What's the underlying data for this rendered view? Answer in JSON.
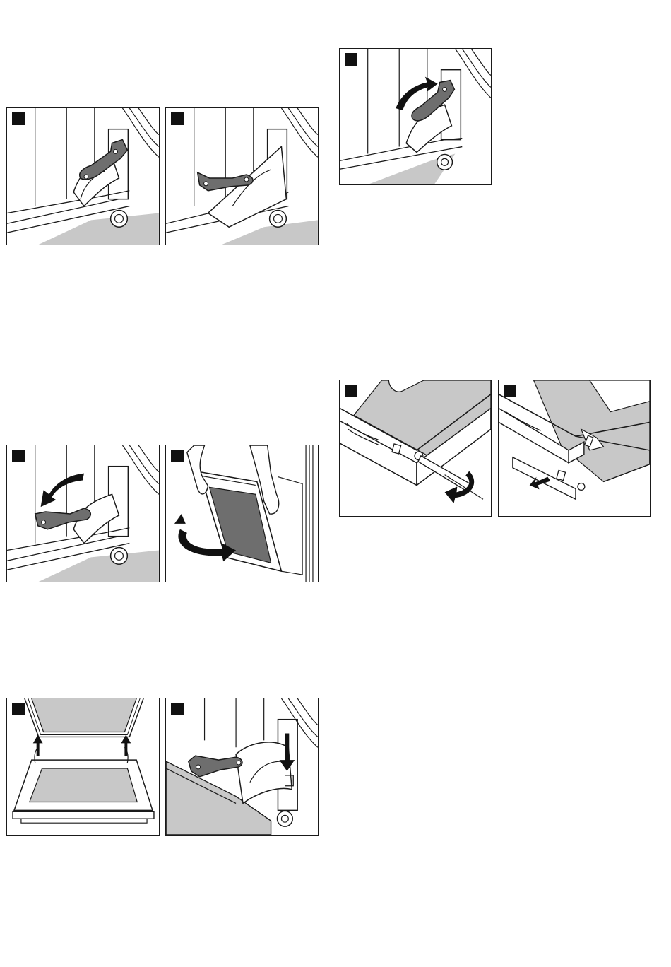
{
  "page": {
    "colors": {
      "line": "#1a1a1a",
      "lever_fill": "#6e6e6e",
      "floor_fill": "#c8c8c8",
      "glass_fill": "#bdbdbd",
      "marker": "#111111"
    }
  },
  "illustrations": [
    {
      "id": "p1",
      "depicts": "hinge-lever-closed"
    },
    {
      "id": "p2",
      "depicts": "hinge-lever-folded-out"
    },
    {
      "id": "p3",
      "depicts": "hinge-lever-folded-up-arrow"
    },
    {
      "id": "p4",
      "depicts": "hinge-lever-folding-down-arrow"
    },
    {
      "id": "p5",
      "depicts": "door-removal-with-hands"
    },
    {
      "id": "p6",
      "depicts": "door-screw-unscrewing"
    },
    {
      "id": "p7",
      "depicts": "door-strip-removal"
    },
    {
      "id": "p8",
      "depicts": "inner-pane-lifting"
    },
    {
      "id": "p9",
      "depicts": "hinge-pushing-down-arrow"
    }
  ]
}
